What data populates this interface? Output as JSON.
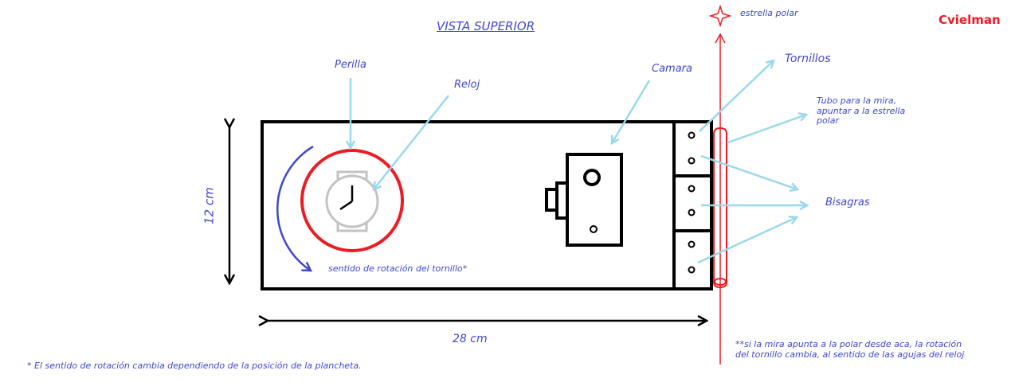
{
  "title": "VISTA SUPERIOR",
  "author": "Cvielman",
  "labels": {
    "star": "estrella polar",
    "knob": "Perilla",
    "clock": "Reloj",
    "camera": "Camara",
    "screws": "Tornillos",
    "tube": "Tubo para la mira, apuntar a la estrella polar",
    "hinges": "Bisagras",
    "rotation": "sentido de rotación del tornillo*",
    "height": "12 cm",
    "width": "28 cm",
    "footnote1": "* El sentido de rotación cambia dependiendo de la posición de la plancheta.",
    "footnote2": "**si la mira apunta a la polar desde aca, la rotación del tornillo cambia, al sentido de las agujas del reloj"
  },
  "colors": {
    "text_blue": "#3f48cc",
    "author_red": "#ed1c24",
    "arrow_lightblue": "#99d9ea",
    "red": "#ed1c24",
    "black": "#000000",
    "gray": "#c3c3c3"
  }
}
